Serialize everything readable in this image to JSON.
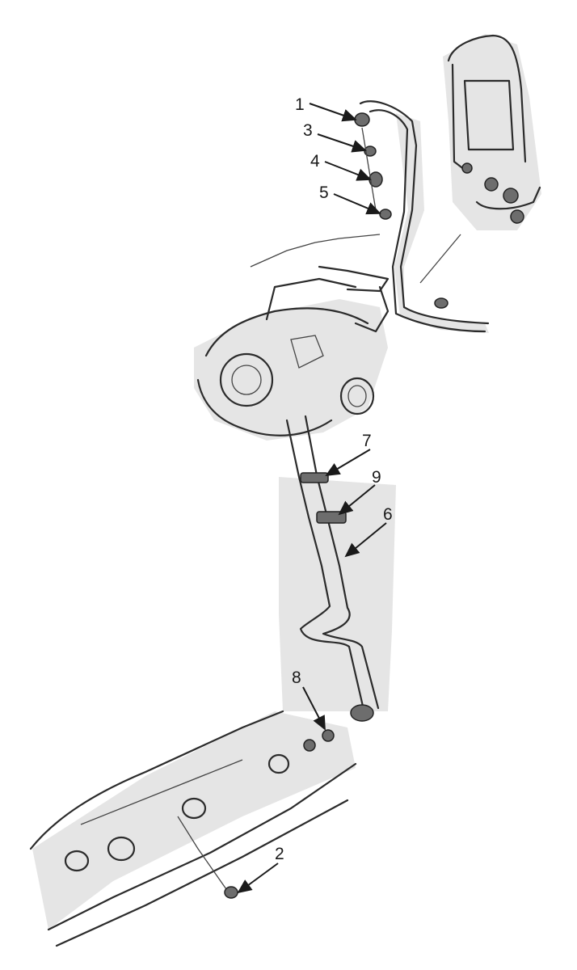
{
  "callouts": [
    {
      "id": "1",
      "label": "1"
    },
    {
      "id": "3",
      "label": "3"
    },
    {
      "id": "4",
      "label": "4"
    },
    {
      "id": "5",
      "label": "5"
    },
    {
      "id": "7",
      "label": "7"
    },
    {
      "id": "9",
      "label": "9"
    },
    {
      "id": "6",
      "label": "6"
    },
    {
      "id": "8",
      "label": "8"
    },
    {
      "id": "2",
      "label": "2"
    }
  ]
}
